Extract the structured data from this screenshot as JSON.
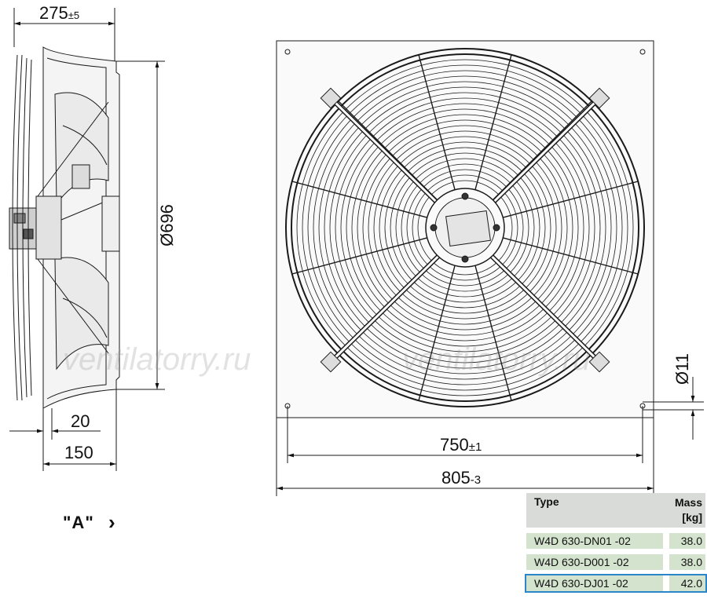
{
  "dimensions": {
    "side_depth": "275",
    "side_depth_tol": "±5",
    "diameter": "Ø696",
    "offset_20": "20",
    "offset_150": "150",
    "hole_pitch": "750",
    "hole_pitch_tol": "±1",
    "plate_width": "805",
    "plate_width_tol": "-3",
    "hole_dia": "Ø11"
  },
  "view_label": "\"A\"",
  "view_arrow": "›",
  "watermarks": [
    "ventilatorry.ru",
    "ventilatorry.ru"
  ],
  "table": {
    "header_type": "Type",
    "header_mass_1": "Mass",
    "header_mass_2": "[kg]",
    "rows": [
      {
        "type": "W4D 630-DN01  -02",
        "mass": "38.0"
      },
      {
        "type": "W4D 630-D001  -02",
        "mass": "38.0"
      },
      {
        "type": "W4D 630-DJ01  -02",
        "mass": "42.0"
      }
    ]
  },
  "colors": {
    "line": "#1a1a1a",
    "table_header_bg": "#d8dbd8",
    "table_cell_bg": "#d3e3cd",
    "selected_outline": "#2b86c9"
  }
}
